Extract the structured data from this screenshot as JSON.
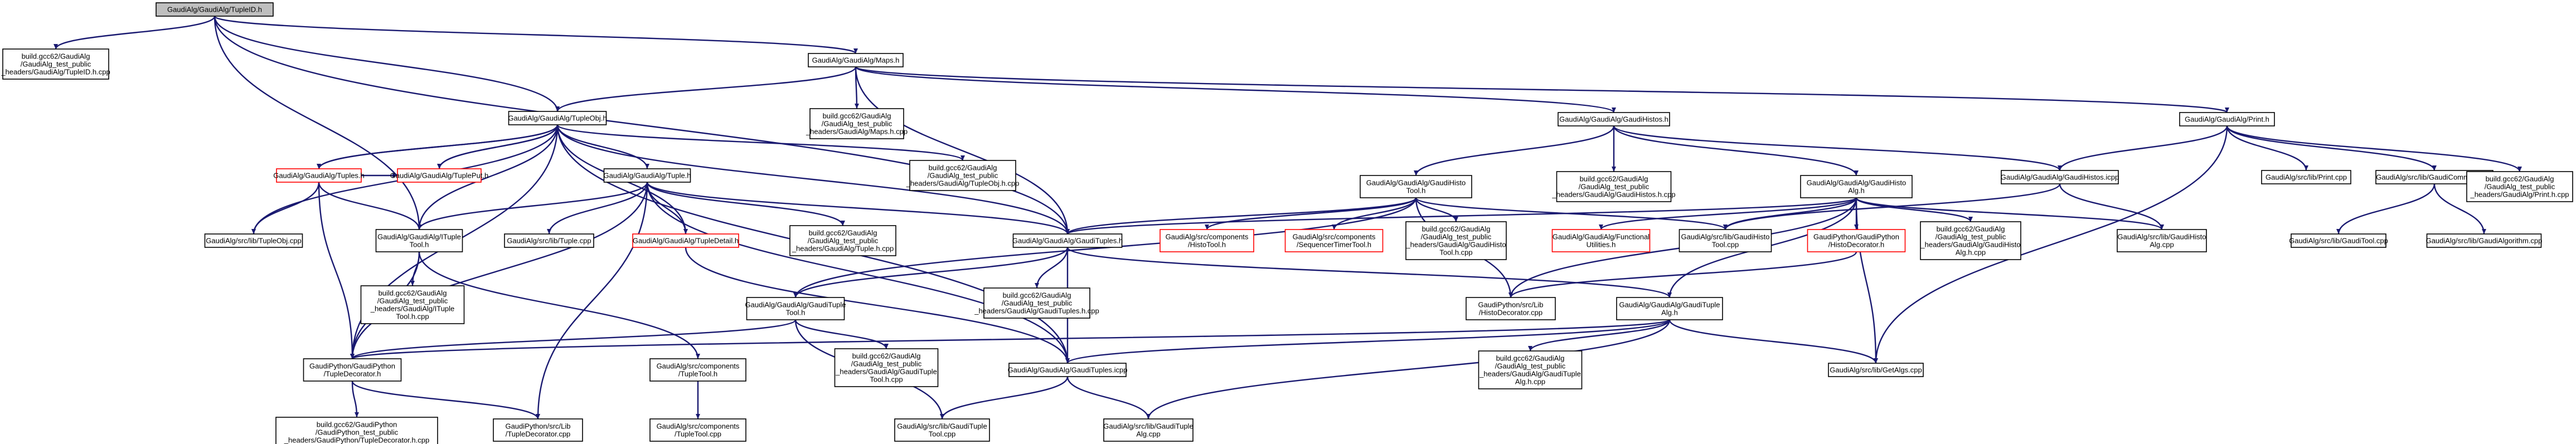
{
  "colors": {
    "edge": "#191970",
    "node_border": "#000000",
    "node_fill": "#ffffff",
    "root_fill": "#bfbfbf",
    "missing_border": "#ff0000",
    "text": "#000000"
  },
  "nodes": {
    "tupleid": {
      "lines": [
        "GaudiAlg/GaudiAlg/TupleID.h"
      ],
      "style": "root"
    },
    "tupleid_cpp": {
      "lines": [
        "build.gcc62/GaudiAlg",
        "/GaudiAlg_test_public",
        "_headers/GaudiAlg/TupleID.h.cpp"
      ],
      "style": "normal"
    },
    "maps": {
      "lines": [
        "GaudiAlg/GaudiAlg/Maps.h"
      ],
      "style": "normal"
    },
    "maps_cpp": {
      "lines": [
        "build.gcc62/GaudiAlg",
        "/GaudiAlg_test_public",
        "_headers/GaudiAlg/Maps.h.cpp"
      ],
      "style": "normal"
    },
    "print": {
      "lines": [
        "GaudiAlg/GaudiAlg/Print.h"
      ],
      "style": "normal"
    },
    "tupleobj": {
      "lines": [
        "GaudiAlg/GaudiAlg/TupleObj.h"
      ],
      "style": "normal"
    },
    "gaudihistos": {
      "lines": [
        "GaudiAlg/GaudiAlg/GaudiHistos.h"
      ],
      "style": "normal"
    },
    "tuples": {
      "lines": [
        "GaudiAlg/GaudiAlg/Tuples.h"
      ],
      "style": "missing"
    },
    "tuple_put": {
      "lines": [
        "GaudiAlg/GaudiAlg/TuplePut.h"
      ],
      "style": "missing"
    },
    "tuple": {
      "lines": [
        "GaudiAlg/GaudiAlg/Tuple.h"
      ],
      "style": "normal"
    },
    "tupleobj_cpp": {
      "lines": [
        "build.gcc62/GaudiAlg",
        "/GaudiAlg_test_public",
        "_headers/GaudiAlg/TupleObj.h.cpp"
      ],
      "style": "normal"
    },
    "gaudihistotool": {
      "lines": [
        "GaudiAlg/GaudiAlg/GaudiHisto",
        "Tool.h"
      ],
      "style": "normal"
    },
    "gaudihistos_cpp": {
      "lines": [
        "build.gcc62/GaudiAlg",
        "/GaudiAlg_test_public",
        "_headers/GaudiAlg/GaudiHistos.h.cpp"
      ],
      "style": "normal"
    },
    "gaudihistoalg": {
      "lines": [
        "GaudiAlg/GaudiAlg/GaudiHisto",
        "Alg.h"
      ],
      "style": "normal"
    },
    "gaudihistos_icpp": {
      "lines": [
        "GaudiAlg/GaudiAlg/GaudiHistos.icpp"
      ],
      "style": "normal"
    },
    "print_cpp": {
      "lines": [
        "GaudiAlg/src/lib/Print.cpp"
      ],
      "style": "normal"
    },
    "gaudicommon_icpp": {
      "lines": [
        "GaudiAlg/src/lib/GaudiCommon.icpp"
      ],
      "style": "normal"
    },
    "print_h_cpp": {
      "lines": [
        "build.gcc62/GaudiAlg",
        "/GaudiAlg_test_public",
        "_headers/GaudiAlg/Print.h.cpp"
      ],
      "style": "normal"
    },
    "tupleobj_lib_cpp": {
      "lines": [
        "GaudiAlg/src/lib/TupleObj.cpp"
      ],
      "style": "normal"
    },
    "tupletool_h": {
      "lines": [
        "GaudiAlg/GaudiAlg/ITuple",
        "Tool.h"
      ],
      "style": "normal"
    },
    "tuple_lib_cpp": {
      "lines": [
        "GaudiAlg/src/lib/Tuple.cpp"
      ],
      "style": "normal"
    },
    "tupledetail": {
      "lines": [
        "GaudiAlg/GaudiAlg/TupleDetail.h"
      ],
      "style": "missing"
    },
    "tuple_h_cpp": {
      "lines": [
        "build.gcc62/GaudiAlg",
        "/GaudiAlg_test_public",
        "_headers/GaudiAlg/Tuple.h.cpp"
      ],
      "style": "normal"
    },
    "gaudituples": {
      "lines": [
        "GaudiAlg/GaudiAlg/GaudiTuples.h"
      ],
      "style": "normal"
    },
    "histotool_h": {
      "lines": [
        "GaudiAlg/src/components",
        "/HistoTool.h"
      ],
      "style": "missing"
    },
    "seqtimertool_h": {
      "lines": [
        "GaudiAlg/src/components",
        "/SequencerTimerTool.h"
      ],
      "style": "missing"
    },
    "gaudihistotool_cpp": {
      "lines": [
        "build.gcc62/GaudiAlg",
        "/GaudiAlg_test_public",
        "_headers/GaudiAlg/GaudiHisto",
        "Tool.h.cpp"
      ],
      "style": "normal"
    },
    "gaudifunctional": {
      "lines": [
        "GaudiAlg/GaudiAlg/Functional",
        "Utilities.h"
      ],
      "style": "missing"
    },
    "gaudihistotool_lib_cpp": {
      "lines": [
        "GaudiAlg/src/lib/GaudiHisto",
        "Tool.cpp"
      ],
      "style": "normal"
    },
    "histodecorator_h": {
      "lines": [
        "GaudiPython/GaudiPython",
        "/HistoDecorator.h"
      ],
      "style": "missing"
    },
    "gaudihistoalg_h_cpp": {
      "lines": [
        "build.gcc62/GaudiAlg",
        "/GaudiAlg_test_public",
        "_headers/GaudiAlg/GaudiHisto",
        "Alg.h.cpp"
      ],
      "style": "normal"
    },
    "gaudihistoalg_lib_cpp": {
      "lines": [
        "GaudiAlg/src/lib/GaudiHisto",
        "Alg.cpp"
      ],
      "style": "normal"
    },
    "gauditool_cpp": {
      "lines": [
        "GaudiAlg/src/lib/GaudiTool.cpp"
      ],
      "style": "normal"
    },
    "gaudialgorithm_cpp": {
      "lines": [
        "GaudiAlg/src/lib/GaudiAlgorithm.cpp"
      ],
      "style": "normal"
    },
    "gauditupletool": {
      "lines": [
        "GaudiAlg/GaudiAlg/GaudiTuple",
        "Tool.h"
      ],
      "style": "normal"
    },
    "gaudituples_h_cpp": {
      "lines": [
        "build.gcc62/GaudiAlg",
        "/GaudiAlg_test_public",
        "_headers/GaudiAlg/GaudiTuples.h.cpp"
      ],
      "style": "normal"
    },
    "histodecorator_cpp": {
      "lines": [
        "GaudiPython/src/Lib",
        "/HistoDecorator.cpp"
      ],
      "style": "normal"
    },
    "gaudituplealg": {
      "lines": [
        "GaudiAlg/GaudiAlg/GaudiTuple",
        "Alg.h"
      ],
      "style": "normal"
    },
    "itupletool_h_cpp": {
      "lines": [
        "build.gcc62/GaudiAlg",
        "/GaudiAlg_test_public",
        "_headers/GaudiAlg/ITuple",
        "Tool.h.cpp"
      ],
      "style": "normal"
    },
    "tupledecorator_h": {
      "lines": [
        "GaudiPython/GaudiPython",
        "/TupleDecorator.h"
      ],
      "style": "normal"
    },
    "comp_tupletool_h": {
      "lines": [
        "GaudiAlg/src/components",
        "/TupleTool.h"
      ],
      "style": "normal"
    },
    "gauditupletool_h_cpp": {
      "lines": [
        "build.gcc62/GaudiAlg",
        "/GaudiAlg_test_public",
        "_headers/GaudiAlg/GaudiTuple",
        "Tool.h.cpp"
      ],
      "style": "normal"
    },
    "gaudituples_icpp": {
      "lines": [
        "GaudiAlg/GaudiAlg/GaudiTuples.icpp"
      ],
      "style": "normal"
    },
    "gaudituplealg_h_cpp": {
      "lines": [
        "build.gcc62/GaudiAlg",
        "/GaudiAlg_test_public",
        "_headers/GaudiAlg/GaudiTuple",
        "Alg.h.cpp"
      ],
      "style": "normal"
    },
    "getalgs_cpp": {
      "lines": [
        "GaudiAlg/src/lib/GetAlgs.cpp"
      ],
      "style": "normal"
    },
    "tupledecorator_h_cpp": {
      "lines": [
        "build.gcc62/GaudiPython",
        "/GaudiPython_test_public",
        "_headers/GaudiPython/TupleDecorator.h.cpp"
      ],
      "style": "normal"
    },
    "tupledecorator_cpp": {
      "lines": [
        "GaudiPython/src/Lib",
        "/TupleDecorator.cpp"
      ],
      "style": "normal"
    },
    "comp_tupletool_cpp": {
      "lines": [
        "GaudiAlg/src/components",
        "/TupleTool.cpp"
      ],
      "style": "normal"
    },
    "gauditupletool_lib_cpp": {
      "lines": [
        "GaudiAlg/src/lib/GaudiTuple",
        "Tool.cpp"
      ],
      "style": "normal"
    },
    "gaudituplealg_lib_cpp": {
      "lines": [
        "GaudiAlg/src/lib/GaudiTuple",
        "Alg.cpp"
      ],
      "style": "normal"
    }
  },
  "edges": [
    [
      "tupleid",
      "tupleid_cpp"
    ],
    [
      "tupleid",
      "maps"
    ],
    [
      "tupleid",
      "tupleobj"
    ],
    [
      "tupleid",
      "tupletool_h"
    ],
    [
      "tupleid",
      "gaudituples"
    ],
    [
      "maps",
      "maps_cpp"
    ],
    [
      "maps",
      "print"
    ],
    [
      "maps",
      "tupleobj"
    ],
    [
      "maps",
      "gaudihistos"
    ],
    [
      "maps",
      "gaudituples"
    ],
    [
      "print",
      "gaudihistos_icpp"
    ],
    [
      "print",
      "print_cpp"
    ],
    [
      "print",
      "gaudicommon_icpp"
    ],
    [
      "print",
      "print_h_cpp"
    ],
    [
      "print",
      "getalgs_cpp"
    ],
    [
      "tupleobj",
      "tuples"
    ],
    [
      "tupleobj",
      "tuple_put"
    ],
    [
      "tupleobj",
      "tuple"
    ],
    [
      "tupleobj",
      "tupleobj_cpp"
    ],
    [
      "tupleobj",
      "tupleobj_lib_cpp"
    ],
    [
      "tupleobj",
      "tupledetail"
    ],
    [
      "tupleobj",
      "gaudituples"
    ],
    [
      "tupleobj",
      "tupledecorator_h"
    ],
    [
      "tupleobj",
      "gaudituples_icpp"
    ],
    [
      "tupleobj",
      "tupletool_h"
    ],
    [
      "tuples",
      "tupleobj_lib_cpp"
    ],
    [
      "tuples",
      "tupletool_h"
    ],
    [
      "tuples",
      "tupledecorator_h"
    ],
    [
      "tuples",
      "tuple_put"
    ],
    [
      "tuple_put",
      "tupleobj"
    ],
    [
      "tuples",
      "tupleobj"
    ],
    [
      "tuple",
      "tupletool_h"
    ],
    [
      "tuple",
      "tuple_lib_cpp"
    ],
    [
      "tuple",
      "tupledetail"
    ],
    [
      "tuple",
      "tuple_h_cpp"
    ],
    [
      "tuple",
      "gaudituples"
    ],
    [
      "tuple",
      "tupledecorator_h"
    ],
    [
      "tuple",
      "tupledecorator_cpp"
    ],
    [
      "tuple",
      "gaudituples_icpp"
    ],
    [
      "tupletool_h",
      "itupletool_h_cpp"
    ],
    [
      "tupletool_h",
      "tupledecorator_h"
    ],
    [
      "tupletool_h",
      "comp_tupletool_h"
    ],
    [
      "tupledetail",
      "gaudituples_icpp"
    ],
    [
      "gaudihistos",
      "gaudihistotool"
    ],
    [
      "gaudihistos",
      "gaudihistos_cpp"
    ],
    [
      "gaudihistos",
      "gaudihistoalg"
    ],
    [
      "gaudihistos",
      "gaudihistos_icpp"
    ],
    [
      "gaudihistotool",
      "gaudituples"
    ],
    [
      "gaudihistotool",
      "histotool_h"
    ],
    [
      "gaudihistotool",
      "seqtimertool_h"
    ],
    [
      "gaudihistotool",
      "gaudihistotool_cpp"
    ],
    [
      "gaudihistotool",
      "gaudihistotool_lib_cpp"
    ],
    [
      "gaudihistotool",
      "gauditupletool"
    ],
    [
      "gaudihistotool",
      "histodecorator_cpp"
    ],
    [
      "gaudihistoalg",
      "gaudituples"
    ],
    [
      "gaudihistoalg",
      "gaudifunctional"
    ],
    [
      "gaudihistoalg",
      "gaudihistotool_lib_cpp"
    ],
    [
      "gaudihistoalg",
      "histodecorator_h"
    ],
    [
      "gaudihistoalg",
      "gaudihistoalg_h_cpp"
    ],
    [
      "gaudihistoalg",
      "gaudihistoalg_lib_cpp"
    ],
    [
      "gaudihistoalg",
      "gaudituplealg"
    ],
    [
      "gaudihistoalg",
      "histodecorator_cpp"
    ],
    [
      "gaudihistoalg",
      "getalgs_cpp"
    ],
    [
      "gaudihistos_icpp",
      "gaudihistotool_lib_cpp"
    ],
    [
      "gaudihistos_icpp",
      "gaudihistoalg_lib_cpp"
    ],
    [
      "gaudicommon_icpp",
      "gauditool_cpp"
    ],
    [
      "gaudicommon_icpp",
      "gaudialgorithm_cpp"
    ],
    [
      "histodecorator_h",
      "histodecorator_cpp"
    ],
    [
      "gaudituples",
      "gauditupletool"
    ],
    [
      "gaudituples",
      "gaudituples_h_cpp"
    ],
    [
      "gaudituples",
      "gaudituplealg"
    ],
    [
      "gaudituples",
      "gaudituples_icpp"
    ],
    [
      "gauditupletool",
      "gauditupletool_h_cpp"
    ],
    [
      "gauditupletool",
      "gauditupletool_lib_cpp"
    ],
    [
      "gauditupletool",
      "tupledecorator_h"
    ],
    [
      "gaudituplealg",
      "gaudituplealg_h_cpp"
    ],
    [
      "gaudituplealg",
      "gaudituplealg_lib_cpp"
    ],
    [
      "gaudituplealg",
      "getalgs_cpp"
    ],
    [
      "gaudituplealg",
      "tupledecorator_h"
    ],
    [
      "gaudituplealg",
      "gaudituples_icpp"
    ],
    [
      "gaudituples_icpp",
      "gauditupletool_lib_cpp"
    ],
    [
      "gaudituples_icpp",
      "gaudituplealg_lib_cpp"
    ],
    [
      "tupledecorator_h",
      "tupledecorator_h_cpp"
    ],
    [
      "tupledecorator_h",
      "tupledecorator_cpp"
    ],
    [
      "comp_tupletool_h",
      "comp_tupletool_cpp"
    ]
  ]
}
